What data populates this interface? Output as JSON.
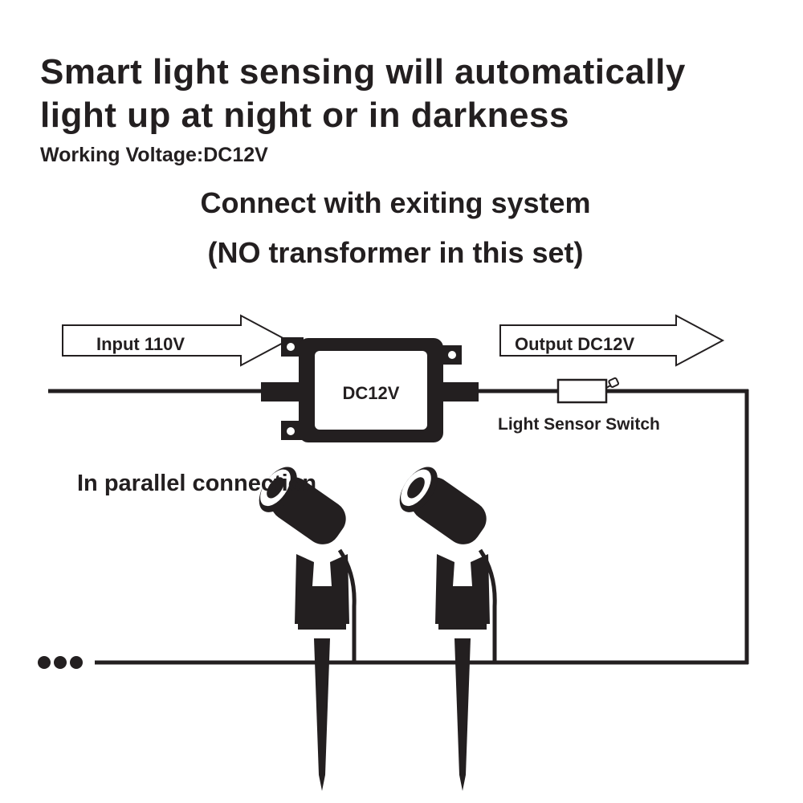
{
  "heading": {
    "line1": "Smart light sensing will automatically",
    "line2": "light up at night or in darkness"
  },
  "working_voltage": "Working Voltage:DC12V",
  "connect": {
    "line1": "Connect with exiting system",
    "line2": "(NO transformer in this set)"
  },
  "diagram": {
    "input_label": "Input 110V",
    "output_label": "Output DC12V",
    "driver_label": "DC12V",
    "sensor_label": "Light Sensor Switch",
    "parallel_label": "In parallel connection",
    "continuation": "•••"
  },
  "colors": {
    "ink": "#231f20",
    "background": "#ffffff"
  }
}
